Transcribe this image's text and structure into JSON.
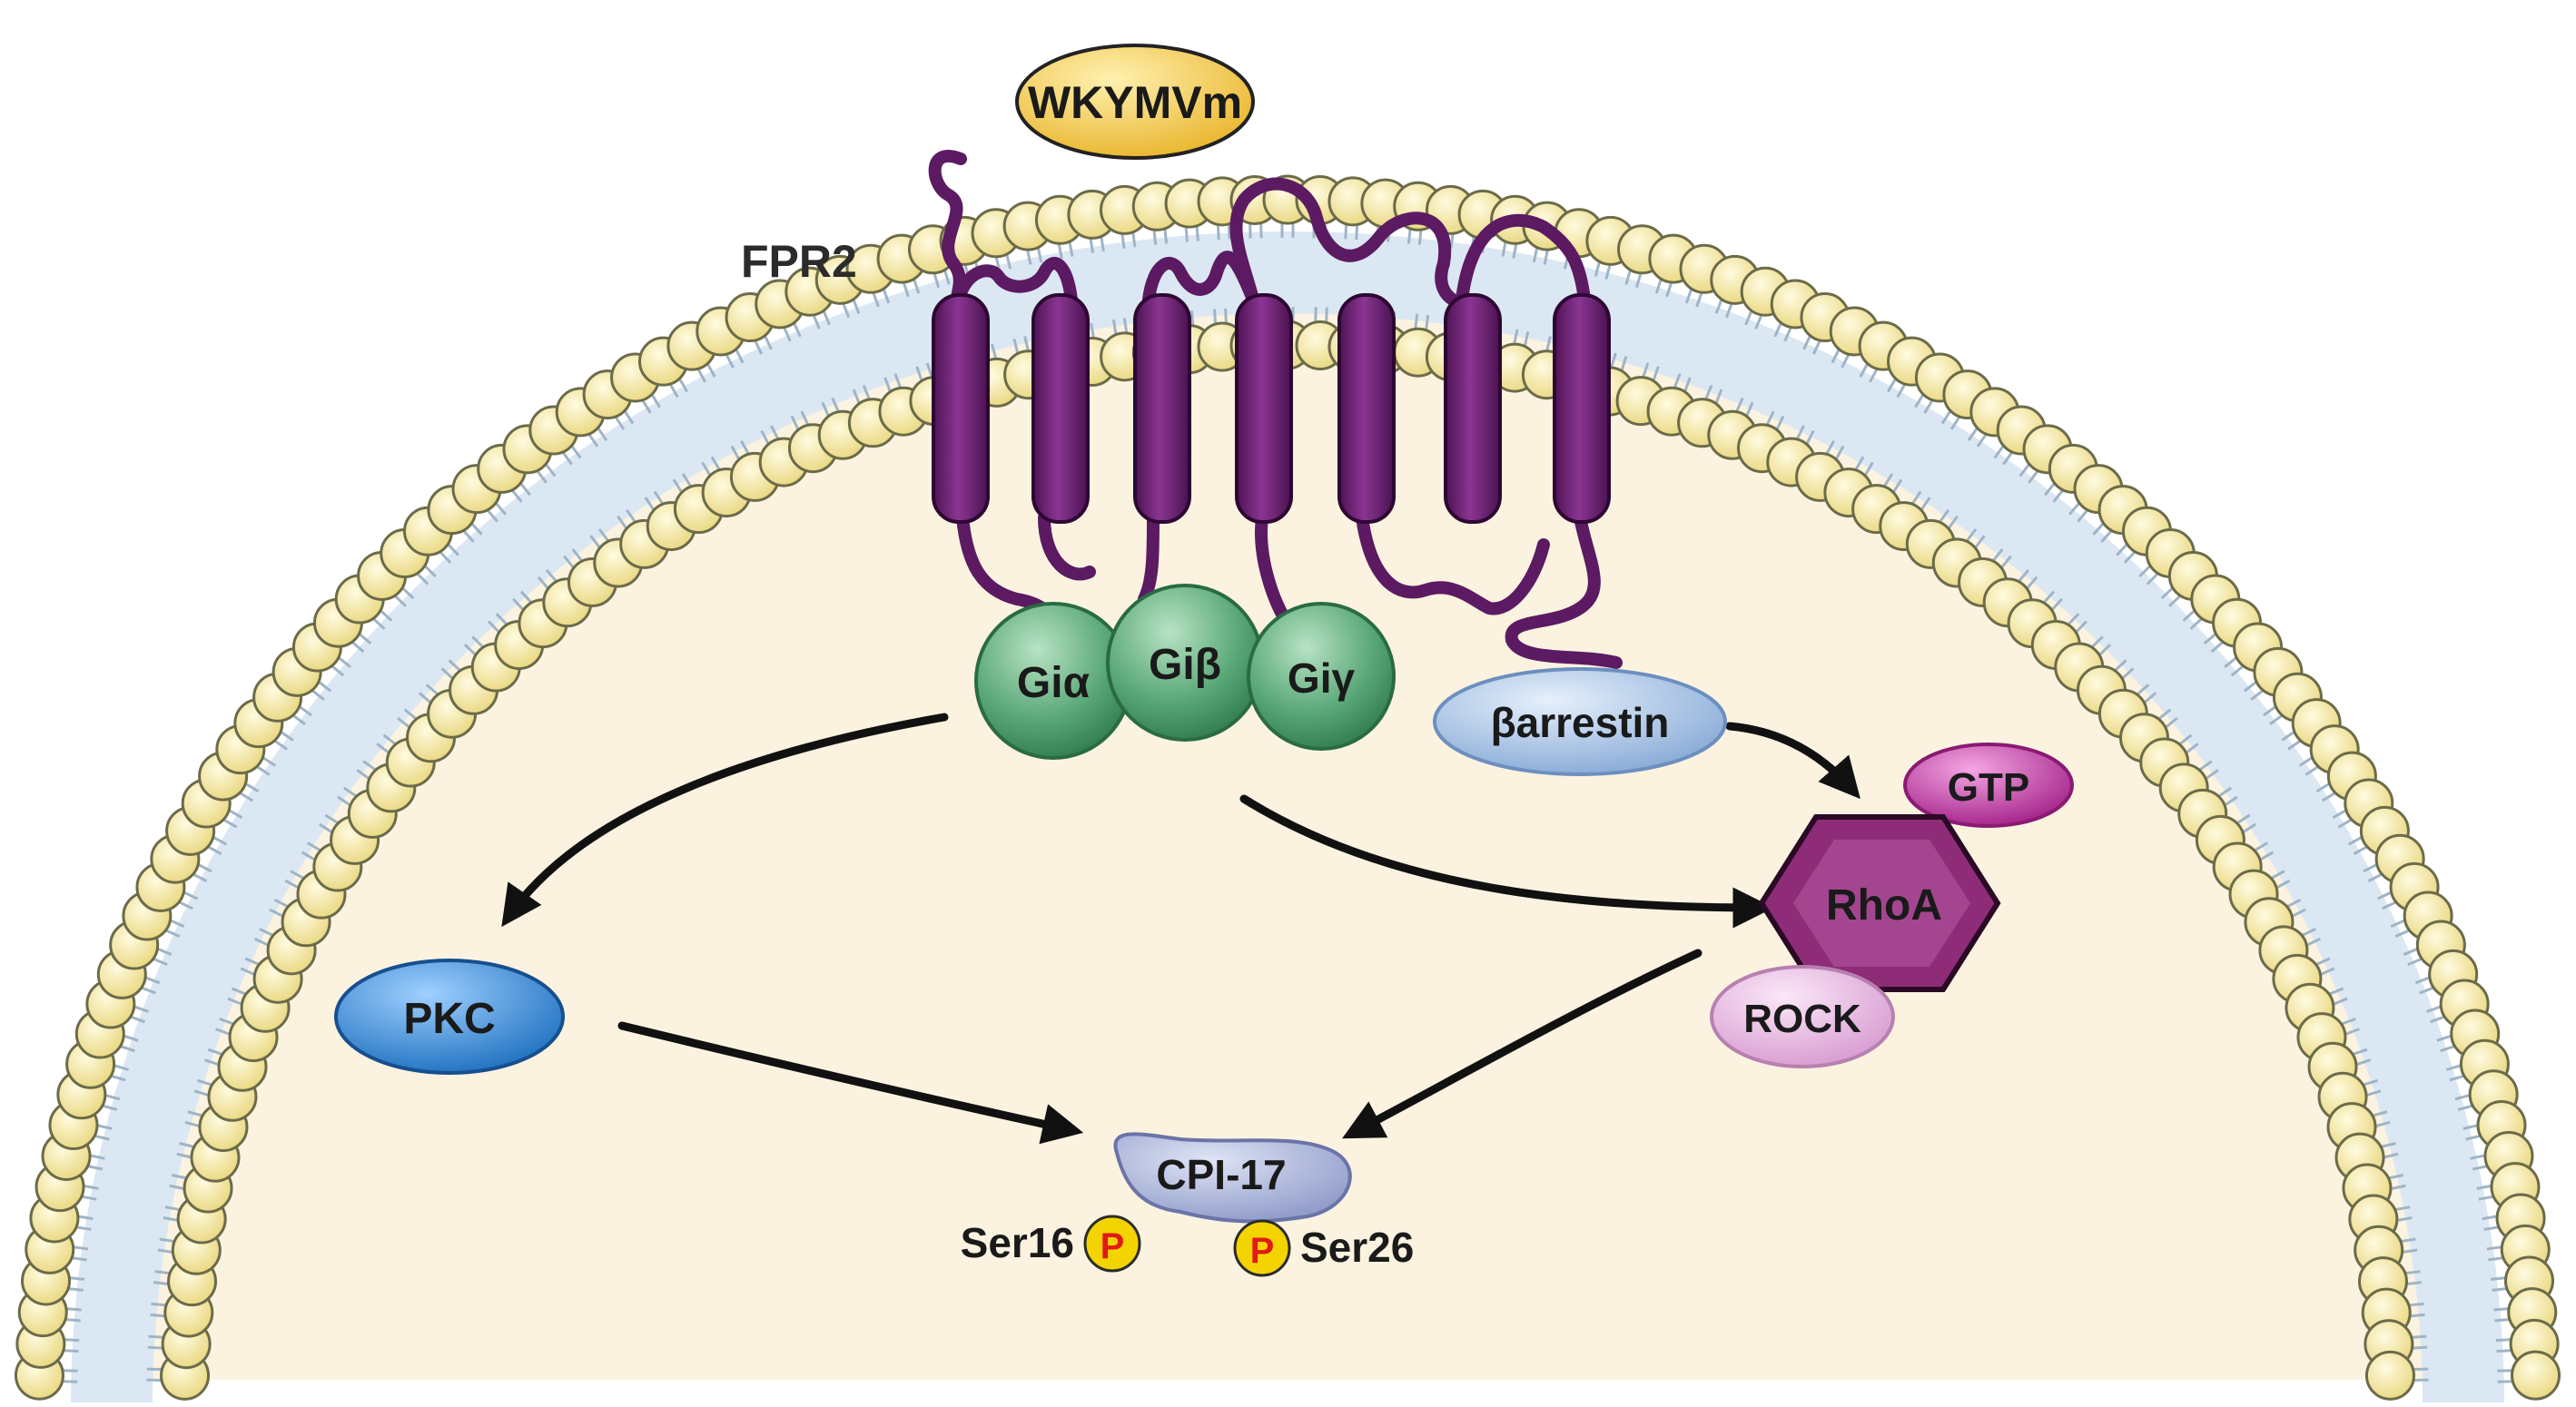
{
  "ligand": {
    "label": "WKYMVm"
  },
  "receptor": {
    "label": "FPR2"
  },
  "g_proteins": {
    "alpha": "Giα",
    "beta": "Giβ",
    "gamma": "Giγ"
  },
  "arrestin": {
    "label": "βarrestin"
  },
  "gtp": {
    "label": "GTP"
  },
  "rhoa": {
    "label": "RhoA"
  },
  "rock": {
    "label": "ROCK"
  },
  "pkc": {
    "label": "PKC"
  },
  "cpi17": {
    "label": "CPI-17",
    "phospho_left": "Ser16",
    "phospho_right": "Ser26",
    "phospho_symbol": "P"
  },
  "colors": {
    "cytoplasm": "#fbf3e0",
    "head": "#f6e9a8",
    "receptor": "#6a1f70",
    "g_protein": "#5aa878",
    "arrestin": "#a9c6e8",
    "pkc": "#2d84d4",
    "rhoa": "#8e2c78",
    "gtp": "#c53aa6",
    "rock": "#e6b8e0",
    "cpi17": "#a9b3d8"
  }
}
